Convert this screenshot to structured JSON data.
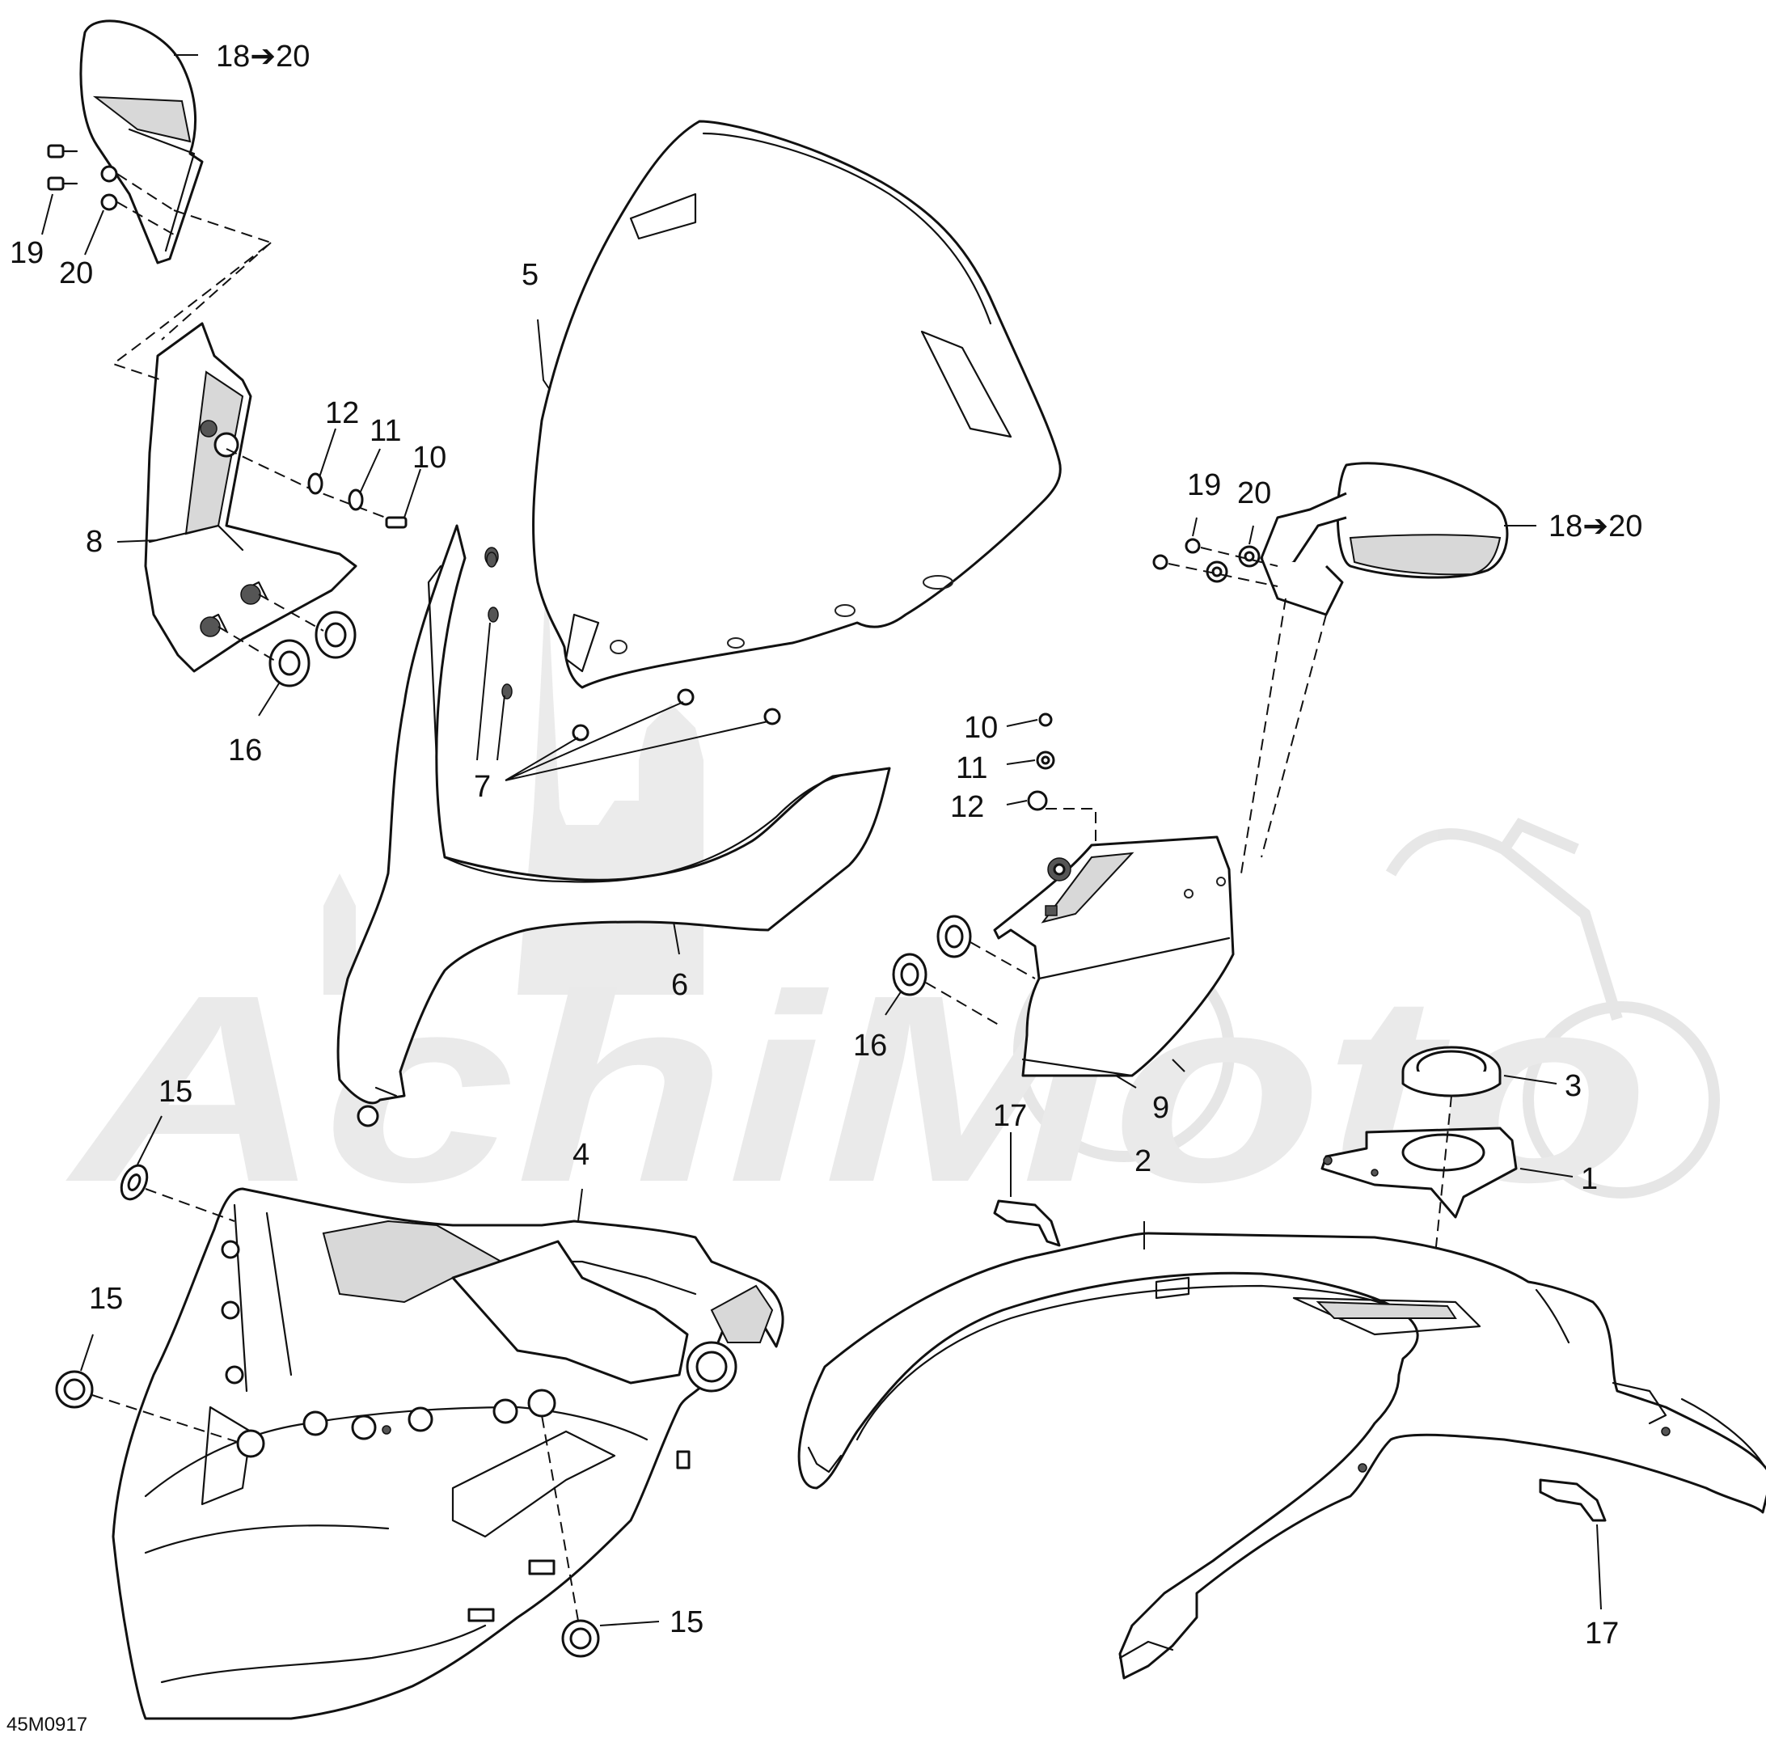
{
  "diagram": {
    "drawing_code": "45M0917",
    "watermark_text": "AchiMoto",
    "callouts": {
      "mirror_left_range": "18➔20",
      "mirror_right_range": "18➔20",
      "screw_19_left": "19",
      "washer_20_left": "20",
      "windshield_5": "5",
      "bracket_left_8": "8",
      "washer_12_left": "12",
      "washer_11_left": "11",
      "screw_10_left": "10",
      "grommet_16_left": "16",
      "nut_7": "7",
      "panel_6": "6",
      "screw_19_right": "19",
      "washer_20_right": "20",
      "screw_10_right": "10",
      "washer_11_right": "11",
      "washer_12_right": "12",
      "grommet_16_right": "16",
      "bracket_right_9": "9",
      "seal_3": "3",
      "plate_1": "1",
      "clip_17_top": "17",
      "fairing_2": "2",
      "clip_17_bottom": "17",
      "grommet_15_top": "15",
      "grommet_15_mid": "15",
      "housing_4": "4",
      "grommet_15_bottom": "15"
    }
  }
}
